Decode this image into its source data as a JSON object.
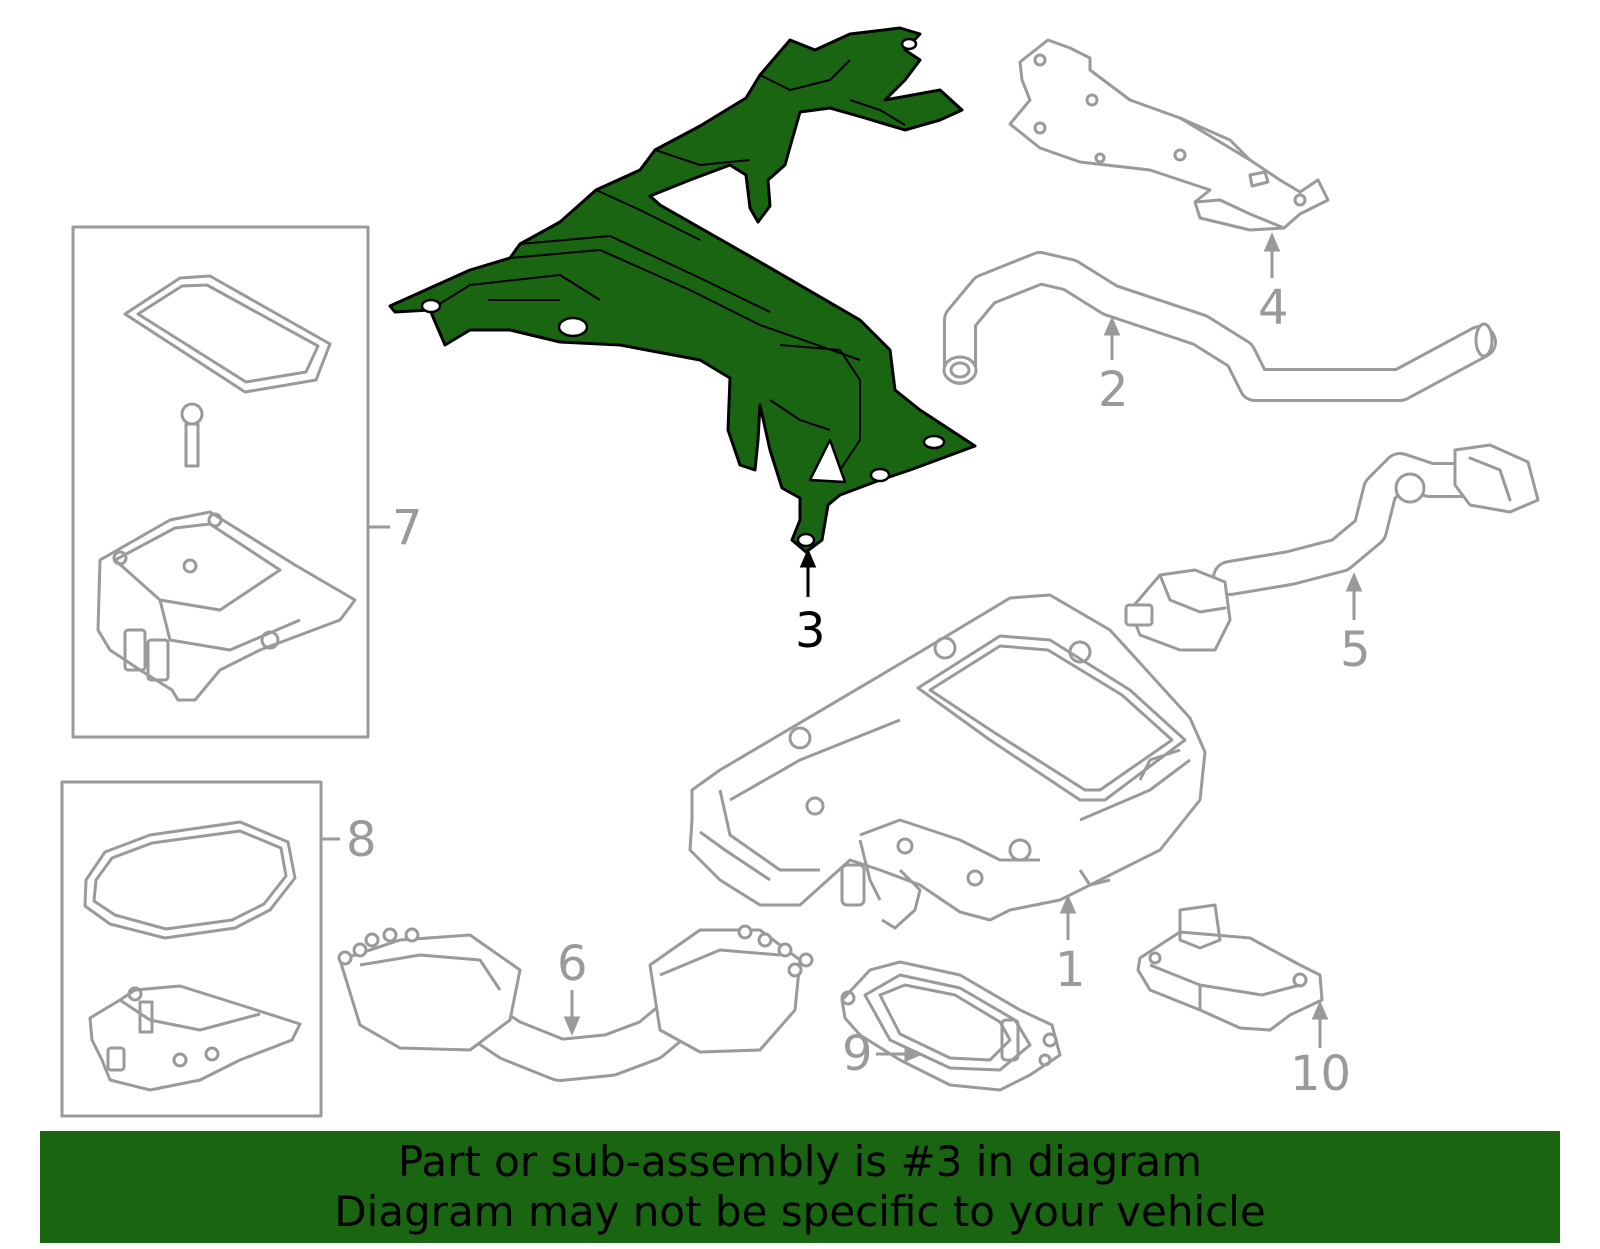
{
  "diagram": {
    "highlight_color": "#1a6512",
    "line_color": "#9a9a9a",
    "active_line_color": "#000000",
    "callouts": [
      {
        "id": "1",
        "label": "1"
      },
      {
        "id": "2",
        "label": "2"
      },
      {
        "id": "3",
        "label": "3",
        "highlighted": true
      },
      {
        "id": "4",
        "label": "4"
      },
      {
        "id": "5",
        "label": "5"
      },
      {
        "id": "6",
        "label": "6"
      },
      {
        "id": "7",
        "label": "7"
      },
      {
        "id": "8",
        "label": "8"
      },
      {
        "id": "9",
        "label": "9"
      },
      {
        "id": "10",
        "label": "10"
      }
    ]
  },
  "footer": {
    "line1": "Part or sub-assembly is #3 in diagram",
    "line2": "Diagram may not be specific to your vehicle",
    "background": "#1a6512"
  }
}
